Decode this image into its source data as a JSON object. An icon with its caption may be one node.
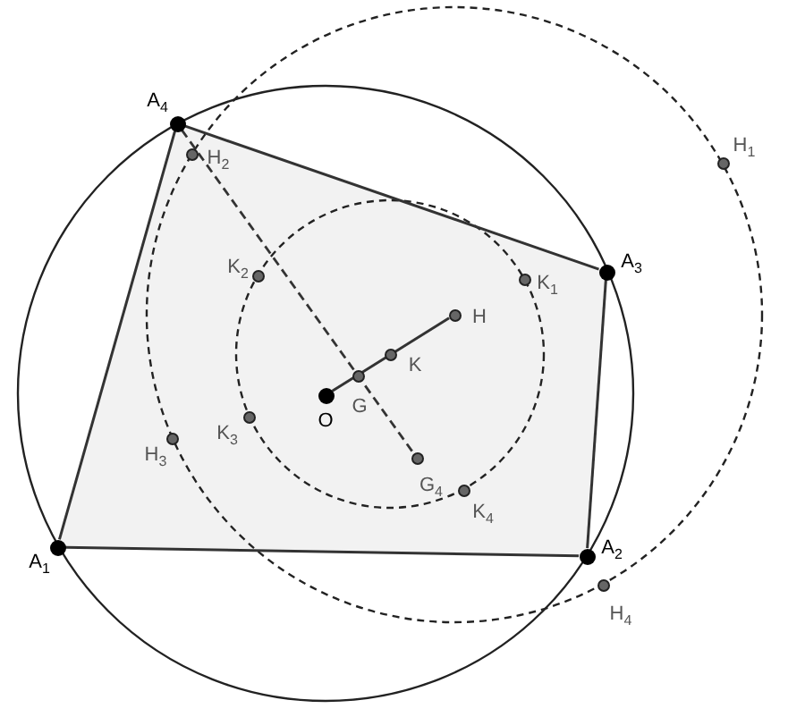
{
  "diagram": {
    "nodes": [
      {
        "text": [
          "A$_{4}$"
        ]
      },
      {
        "text": [
          "H$_{1}$"
        ]
      },
      {
        "text": [
          "H$_{2}$"
        ]
      },
      {
        "text": [
          "K$_{2}$"
        ]
      },
      {
        "text": [
          "K$_{1}$"
        ]
      },
      {
        "text": [
          "A$_{3}$"
        ]
      },
      {
        "text": [
          "H"
        ]
      },
      {
        "text": [
          "K"
        ]
      },
      {
        "text": [
          "G"
        ]
      },
      {
        "text": [
          "O"
        ]
      },
      {
        "text": [
          "H$_{3}$"
        ]
      },
      {
        "text": [
          "K$_{3}$"
        ]
      },
      {
        "text": [
          "G$_{4}$"
        ]
      },
      {
        "text": [
          "K$_{4}$"
        ]
      },
      {
        "text": [
          "A$_{1}$"
        ]
      },
      {
        "text": [
          "A$_{2}$"
        ]
      },
      {
        "text": [
          "H$_{4}$"
        ]
      }
    ],
    "edges": [
      {
        "from": 14,
        "to": 15,
        "arrow": "none"
      },
      {
        "from": 15,
        "to": 5,
        "arrow": "none"
      },
      {
        "from": 5,
        "to": 0,
        "arrow": "none"
      },
      {
        "from": 0,
        "to": 14,
        "arrow": "none"
      },
      {
        "from": 9,
        "to": 6,
        "arrow": "none"
      },
      {
        "from": 0,
        "to": 12,
        "arrow": "none",
        "style": "dashed"
      }
    ]
  }
}
